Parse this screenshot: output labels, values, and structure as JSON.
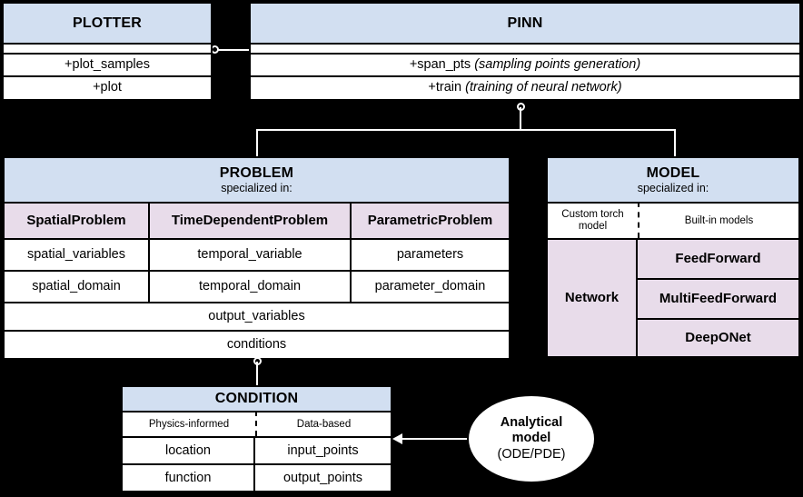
{
  "diagram": {
    "type": "uml-class-diagram",
    "background": "#000000",
    "colors": {
      "header_blue": "#d2dff1",
      "subclass_lavender": "#e8dcea",
      "cell_white": "#ffffff",
      "stroke_black": "#000000",
      "connector_white": "#ffffff"
    }
  },
  "plotter": {
    "title": "PLOTTER",
    "spacer": "",
    "methods": [
      "+plot_samples",
      "+plot"
    ]
  },
  "pinn": {
    "title": "PINN",
    "spacer": "",
    "methods": [
      {
        "name": "+span_pts",
        "note": "(sampling points generation)"
      },
      {
        "name": "+train",
        "note": "(training of neural network)"
      }
    ]
  },
  "problem": {
    "title": "PROBLEM",
    "subtitle": "specialized in:",
    "subclasses": [
      "SpatialProblem",
      "TimeDependentProblem",
      "ParametricProblem"
    ],
    "attribute_rows": [
      [
        "spatial_variables",
        "temporal_variable",
        "parameters"
      ],
      [
        "spatial_domain",
        "temporal_domain",
        "parameter_domain"
      ]
    ],
    "shared_rows": [
      "output_variables",
      "conditions"
    ]
  },
  "model": {
    "title": "MODEL",
    "subtitle": "specialized in:",
    "categories": [
      "Custom torch model",
      "Built-in models"
    ],
    "custom_entry": "Network",
    "builtin_entries": [
      "FeedForward",
      "MultiFeedForward",
      "DeepONet"
    ]
  },
  "condition": {
    "title": "CONDITION",
    "categories": [
      "Physics-informed",
      "Data-based"
    ],
    "rows": [
      [
        "location",
        "input_points"
      ],
      [
        "function",
        "output_points"
      ]
    ]
  },
  "analytical": {
    "line1": "Analytical",
    "line2": "model",
    "line3": "(ODE/PDE)"
  },
  "connectors": [
    {
      "id": "plotter-to-pinn",
      "kind": "association-circle"
    },
    {
      "id": "pinn-to-problem",
      "kind": "composition-bracket-circle"
    },
    {
      "id": "pinn-to-model",
      "kind": "composition-bracket"
    },
    {
      "id": "problem-to-condition",
      "kind": "composition-circle"
    },
    {
      "id": "analytical-to-condition",
      "kind": "arrow"
    }
  ]
}
